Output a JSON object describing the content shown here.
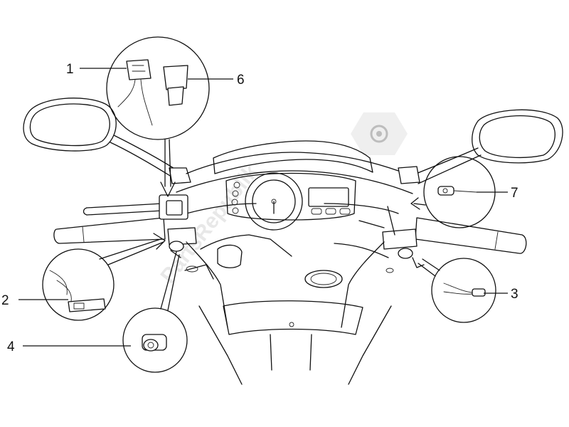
{
  "diagram": {
    "callouts": [
      {
        "id": "1",
        "label": "1"
      },
      {
        "id": "2",
        "label": "2"
      },
      {
        "id": "3",
        "label": "3"
      },
      {
        "id": "4",
        "label": "4"
      },
      {
        "id": "6",
        "label": "6"
      },
      {
        "id": "7",
        "label": "7"
      }
    ],
    "watermark": "PartsRepublik",
    "watermark_icon": "gear-icon"
  }
}
